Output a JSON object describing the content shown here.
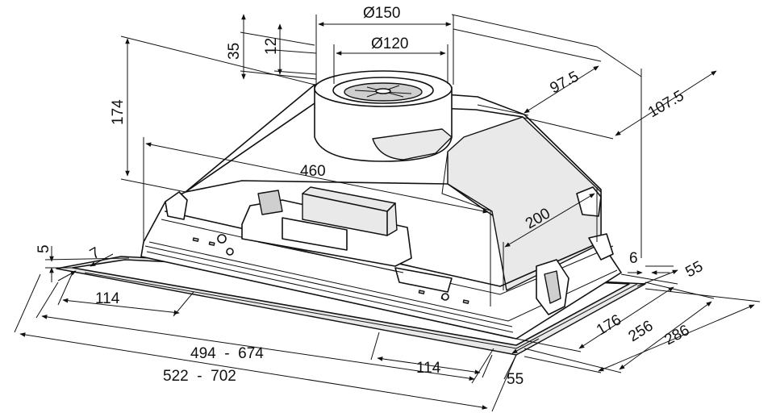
{
  "dimensions": {
    "d150": "Ø150",
    "d120": "Ø120",
    "h35": "35",
    "h12": "12",
    "h174": "174",
    "w97_5": "97.5",
    "w107_5": "107.5",
    "w460": "460",
    "w200": "200",
    "h5": "5",
    "w7": "7",
    "w6": "6",
    "w55_right": "55",
    "w114_left": "114",
    "w494_674": "494  -  674",
    "w522_702": "522  -  702",
    "w114_bottom": "114",
    "w55_bottom": "55",
    "w176": "176",
    "w256": "256",
    "w286": "286"
  }
}
